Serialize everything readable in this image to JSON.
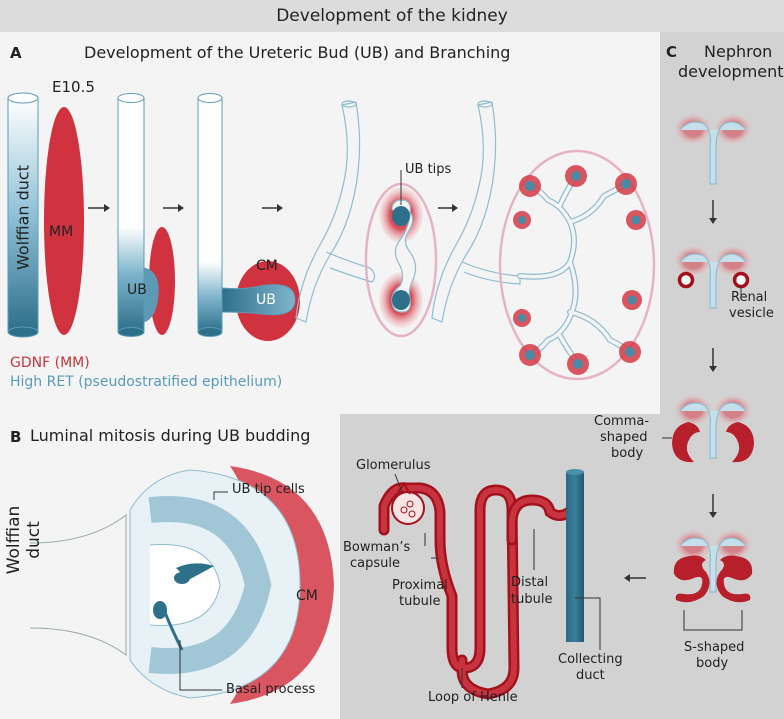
{
  "title": "Development of the kidney",
  "panel_a": {
    "letter": "A",
    "heading": "Development of the Ureteric Bud (UB) and Branching",
    "stage": "E10.5",
    "wolffian_duct": "Wolffian duct",
    "mm": "MM",
    "ub_1": "UB",
    "cm": "CM",
    "ub_2": "UB",
    "ub_tips": "UB tips",
    "legend_gdnf": "GDNF (MM)",
    "legend_ret": "High RET (pseudostratified epithelium)"
  },
  "panel_b": {
    "letter": "B",
    "heading": "Luminal mitosis during UB budding",
    "wolffian_duct": "Wolffian duct",
    "ub_tip_cells": "UB tip cells",
    "cm": "CM",
    "basal_process": "Basal process"
  },
  "panel_c": {
    "letter": "C",
    "heading_1": "Nephron",
    "heading_2": "development",
    "renal_vesicle_1": "Renal",
    "renal_vesicle_2": "vesicle",
    "comma_1": "Comma-",
    "comma_2": "shaped",
    "comma_3": "body",
    "s_shaped_1": "S-shaped",
    "s_shaped_2": "body"
  },
  "nephron": {
    "glomerulus": "Glomerulus",
    "bowmans_1": "Bowman’s",
    "bowmans_2": "capsule",
    "proximal_1": "Proximal",
    "proximal_2": "tubule",
    "distal_1": "Distal",
    "distal_2": "tubule",
    "collecting_1": "Collecting",
    "collecting_2": "duct",
    "loop": "Loop of Henle"
  },
  "colors": {
    "red": "#c9333f",
    "dark_red": "#a3121c",
    "blue_dark": "#2e6f8a",
    "blue_light": "#a9d2e3",
    "legend_red": "#c9333f",
    "legend_blue": "#5a9bb8"
  }
}
